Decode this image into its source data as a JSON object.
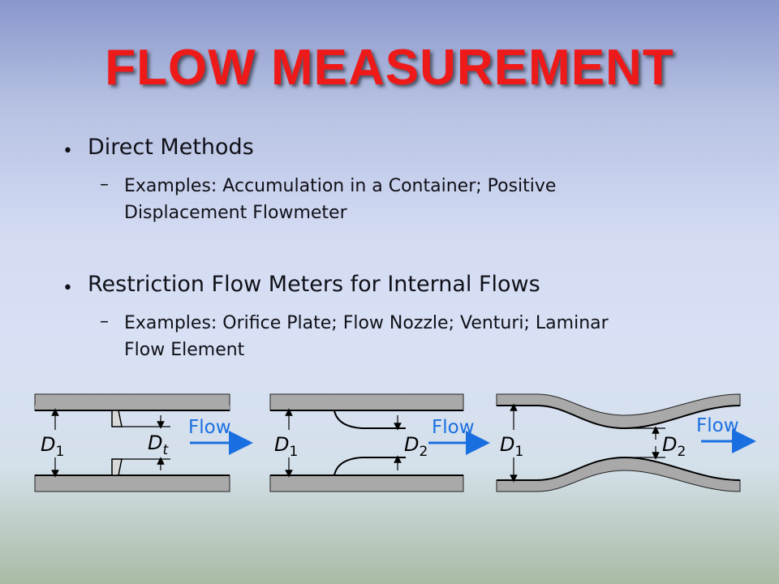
{
  "title": "FLOW MEASUREMENT",
  "bullets": [
    {
      "text": "Direct Methods",
      "sub": "Examples: Accumulation in a Container; Positive Displacement Flowmeter"
    },
    {
      "text": "Restriction Flow Meters for Internal Flows",
      "sub": "Examples: Orifice Plate; Flow Nozzle; Venturi; Laminar Flow Element"
    }
  ],
  "sub_line1": [
    "Examples: Accumulation in a Container; Positive",
    "Displacement Flowmeter"
  ],
  "sub_line2": [
    "Examples: Orifice Plate; Flow Nozzle; Venturi; Laminar",
    "Flow Element"
  ],
  "diagrams": {
    "orifice": {
      "d1": "D",
      "d1_sub": "1",
      "d2": "D",
      "d2_sub": "t",
      "flow": "Flow"
    },
    "nozzle": {
      "d1": "D",
      "d1_sub": "1",
      "d2": "D",
      "d2_sub": "2",
      "flow": "Flow"
    },
    "venturi": {
      "d1": "D",
      "d1_sub": "1",
      "d2": "D",
      "d2_sub": "2",
      "flow": "Flow"
    }
  },
  "colors": {
    "title": "#ee1a1a",
    "arrow": "#1a6fe0",
    "pipe": "#a9a9a9"
  }
}
